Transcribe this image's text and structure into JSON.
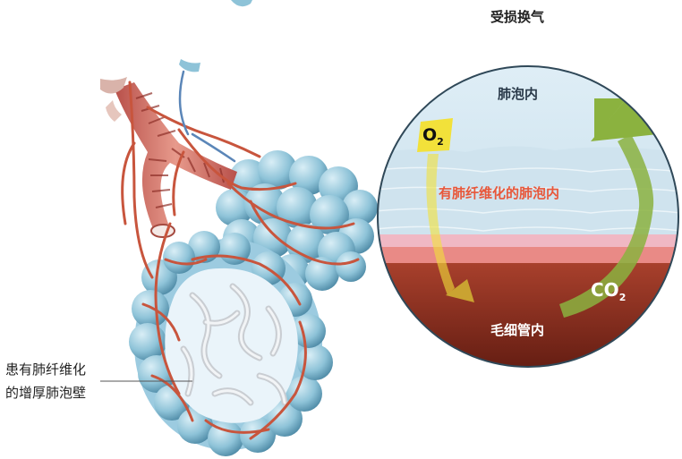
{
  "title": "受损换气",
  "inset": {
    "alveolus_inside": "肺泡内",
    "fibrotic_alveolus_inside": "有肺纤维化的肺泡内",
    "capillary_inside": "毛细管内",
    "o2_base": "O",
    "o2_sub": "2",
    "co2_base": "CO",
    "co2_sub": "2"
  },
  "callout": {
    "line1": "患有肺纤维化",
    "line2": "的增厚肺泡壁"
  },
  "colors": {
    "alveoli_blue": "#8ec3d8",
    "vessel_red": "#c8553d",
    "fibrosis_text": "#e8573a",
    "o2_yellow": "#f2e13a",
    "co2_green": "#8bb23f",
    "capillary_dark": "#7a2318"
  }
}
